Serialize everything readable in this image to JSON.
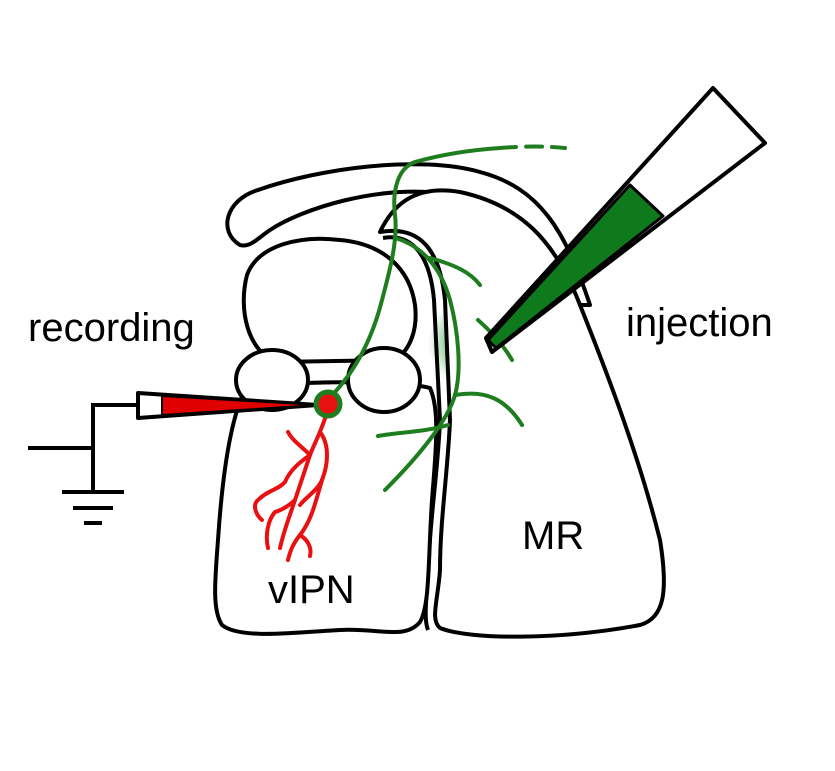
{
  "labels": {
    "recording": "recording",
    "injection": "injection",
    "mr": "MR",
    "vipn": "vIPN"
  },
  "colors": {
    "outline": "#000000",
    "axon_green": "#1e7d1e",
    "injection_green": "#0f7a1c",
    "neuron_red": "#e81010",
    "pipette_red": "#e00000"
  }
}
